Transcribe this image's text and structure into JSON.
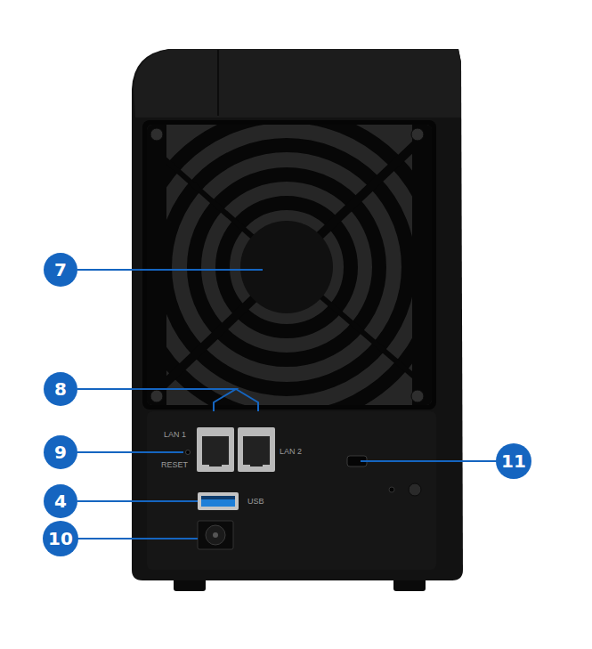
{
  "diagram": {
    "nodes": [
      {
        "text": [
          "7"
        ]
      },
      {
        "text": [
          "8"
        ]
      },
      {
        "text": [
          "9"
        ]
      },
      {
        "text": [
          "4"
        ]
      },
      {
        "text": [
          "10"
        ]
      },
      {
        "text": [
          "11"
        ]
      }
    ],
    "labels": [
      "LAN 1",
      "RESET",
      "LAN 2",
      "USB"
    ]
  }
}
